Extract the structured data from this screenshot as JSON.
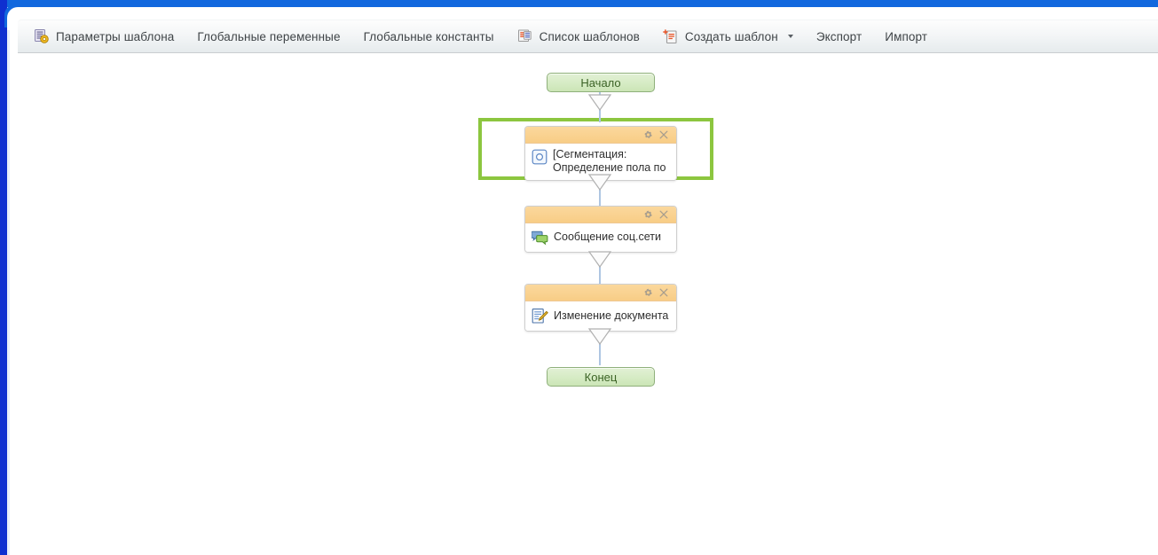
{
  "window": {
    "accent_color": "#1268de",
    "accent_color_left": "#0f2fd0"
  },
  "toolbar": {
    "items": [
      {
        "label": "Параметры шаблона",
        "icon": "document-gear-icon",
        "has_icon": true,
        "has_caret": false
      },
      {
        "label": "Глобальные переменные",
        "icon": "none",
        "has_icon": false,
        "has_caret": false
      },
      {
        "label": "Глобальные константы",
        "icon": "none",
        "has_icon": false,
        "has_caret": false
      },
      {
        "label": "Список шаблонов",
        "icon": "template-list-icon",
        "has_icon": true,
        "has_caret": false
      },
      {
        "label": "Создать шаблон",
        "icon": "new-template-icon",
        "has_icon": true,
        "has_caret": true
      },
      {
        "label": "Экспорт",
        "icon": "none",
        "has_icon": false,
        "has_caret": false
      },
      {
        "label": "Импорт",
        "icon": "none",
        "has_icon": false,
        "has_caret": false
      }
    ]
  },
  "diagram": {
    "start_node": {
      "label": "Начало"
    },
    "end_node": {
      "label": "Конец"
    },
    "nodes": [
      {
        "id": "segmentation",
        "text": "[Сегментация:\nОпределение пола по",
        "icon": "segmentation-icon",
        "selected": true,
        "header_gear": "gear-icon",
        "header_close": "close-icon",
        "two_line": true
      },
      {
        "id": "social-message",
        "text": "Сообщение соц.сети",
        "icon": "social-message-icon",
        "selected": false,
        "header_gear": "gear-icon",
        "header_close": "close-icon",
        "two_line": false
      },
      {
        "id": "document-change",
        "text": "Изменение документа",
        "icon": "document-edit-icon",
        "selected": false,
        "header_gear": "gear-icon",
        "header_close": "close-icon",
        "two_line": false
      }
    ],
    "colors": {
      "node_header": "#f8cd86",
      "terminator_fill": "#d7ecc6",
      "terminator_border": "#8fb07b",
      "terminator_text": "#3c6326",
      "selection_border": "#8cc63f",
      "connector_line": "#aec6e2",
      "arrow_outline": "#b0b0b0"
    }
  }
}
